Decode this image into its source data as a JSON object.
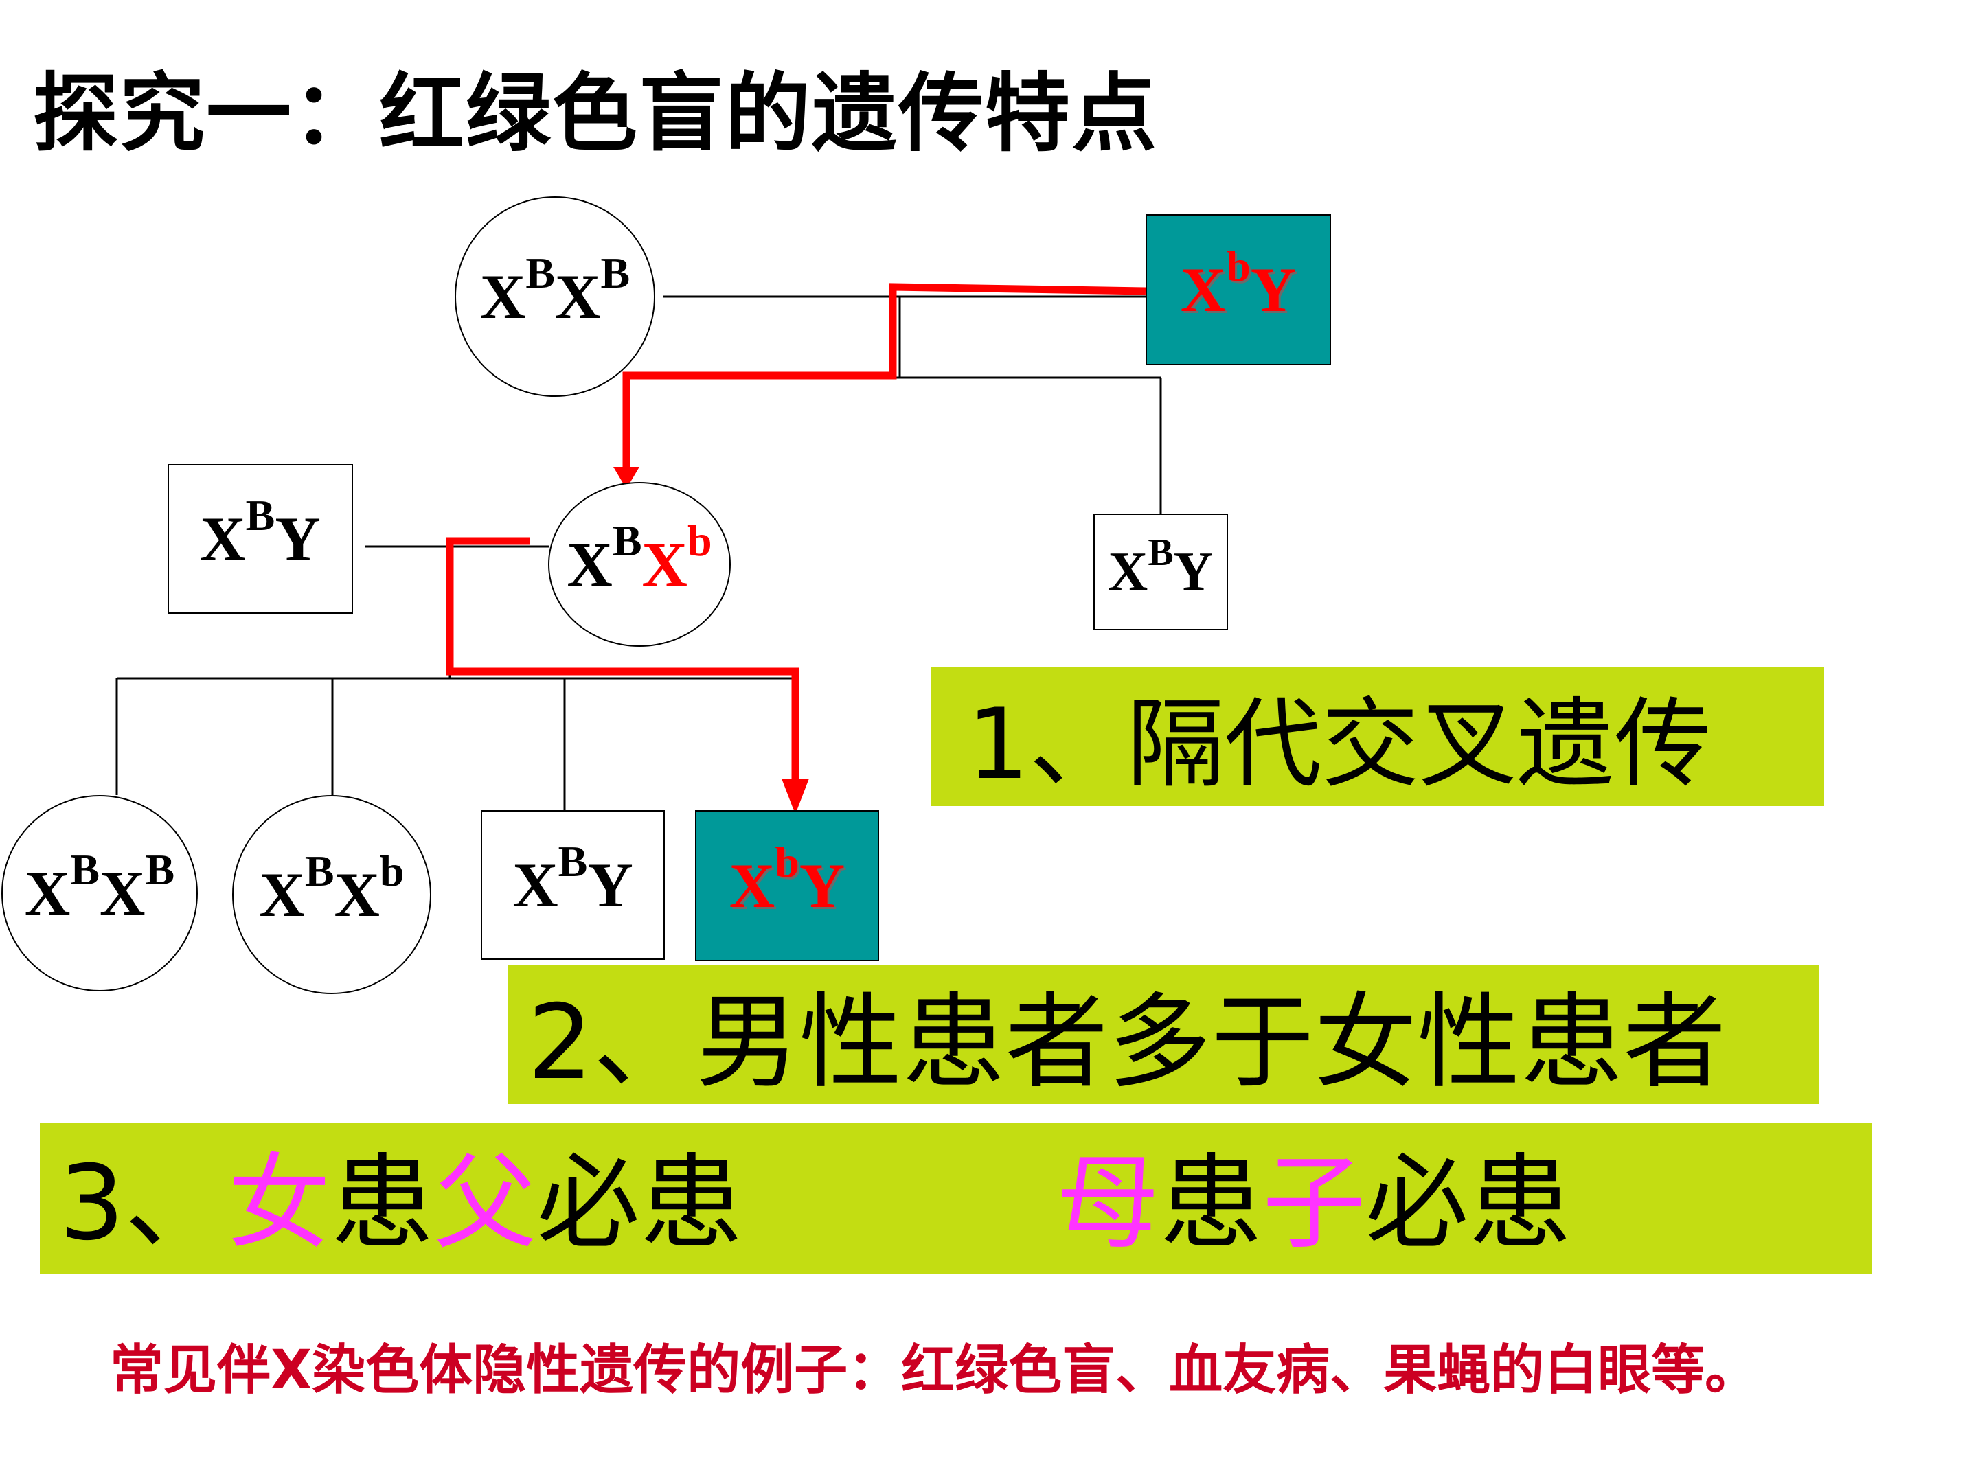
{
  "title": "探究一：红绿色盲的遗传特点",
  "pedigree": {
    "gen1": {
      "mother": {
        "x1": "X",
        "s1": "B",
        "x2": "X",
        "s2": "B"
      },
      "father": {
        "x1": "X",
        "s1": "b",
        "y": "Y",
        "affected": true
      }
    },
    "gen2": {
      "husband": {
        "x1": "X",
        "s1": "B",
        "y": "Y"
      },
      "daughter": {
        "x1": "X",
        "s1": "B",
        "x2": "X",
        "s2": "b"
      },
      "son": {
        "x1": "X",
        "s1": "B",
        "y": "Y"
      }
    },
    "gen3": {
      "c1": {
        "x1": "X",
        "s1": "B",
        "x2": "X",
        "s2": "B"
      },
      "c2": {
        "x1": "X",
        "s1": "B",
        "x2": "X",
        "s2": "b"
      },
      "c3": {
        "x1": "X",
        "s1": "B",
        "y": "Y"
      },
      "c4": {
        "x1": "X",
        "s1": "b",
        "y": "Y",
        "affected": true
      }
    }
  },
  "points": {
    "p1": "1、隔代交叉遗传",
    "p2": "2、男性患者多于女性患者",
    "p3": {
      "num": "3、",
      "a1": "女",
      "a2": "患",
      "a3": "父",
      "a4": "必患",
      "b1": "母",
      "b2": "患",
      "b3": "子",
      "b4": "必患"
    }
  },
  "note": "常见伴X染色体隐性遗传的例子：红绿色盲、血友病、果蝇的白眼等。",
  "colors": {
    "affected_fill": "#009999",
    "highlight_box": "#c3dd12",
    "path_red": "#ff0000",
    "emphasis": "#ff33ff",
    "note_text": "#cc0022"
  }
}
